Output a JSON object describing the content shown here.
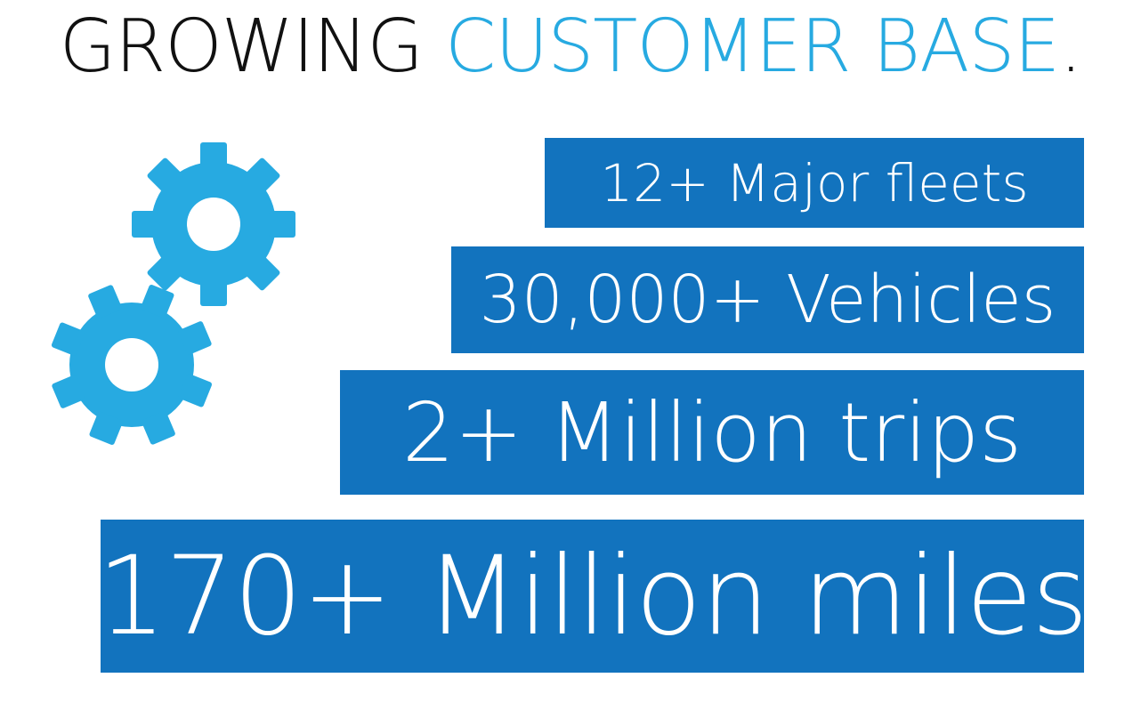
{
  "title": {
    "part1": "GROWING ",
    "part2": "CUSTOMER BASE",
    "part3": "."
  },
  "colors": {
    "accent": "#27AAE1",
    "bar": "#1273BE",
    "text_dark": "#111111",
    "bar_text": "#FFFFFF"
  },
  "icons": [
    "gear-icon-top",
    "gear-icon-bottom"
  ],
  "stats": [
    "12+ Major fleets",
    "30,000+ Vehicles",
    "2+ Million trips",
    "170+ Million miles"
  ]
}
